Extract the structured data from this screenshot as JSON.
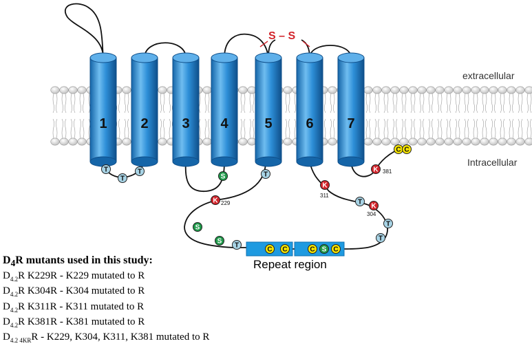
{
  "labels": {
    "extracellular": "extracellular",
    "intracellular": "Intracellular",
    "disulfide": "S – S",
    "repeat_region": "Repeat region"
  },
  "helices": [
    "1",
    "2",
    "3",
    "4",
    "5",
    "6",
    "7"
  ],
  "residues": [
    {
      "id": "t-helix1",
      "letter": "T",
      "type": "T"
    },
    {
      "id": "t-loop1-mid",
      "letter": "T",
      "type": "T"
    },
    {
      "id": "t-helix2",
      "letter": "T",
      "type": "T"
    },
    {
      "id": "s-helix4",
      "letter": "S",
      "type": "S"
    },
    {
      "id": "t-helix5",
      "letter": "T",
      "type": "T"
    },
    {
      "id": "k229",
      "letter": "K",
      "type": "K",
      "number": "229"
    },
    {
      "id": "s-loop-a",
      "letter": "S",
      "type": "S"
    },
    {
      "id": "s-loop-b",
      "letter": "S",
      "type": "S"
    },
    {
      "id": "t-loop-c",
      "letter": "T",
      "type": "T"
    },
    {
      "id": "k311",
      "letter": "K",
      "type": "K",
      "number": "311"
    },
    {
      "id": "t-loop-d",
      "letter": "T",
      "type": "T"
    },
    {
      "id": "k304",
      "letter": "K",
      "type": "K",
      "number": "304"
    },
    {
      "id": "t-loop-e",
      "letter": "T",
      "type": "T"
    },
    {
      "id": "t-loop-f",
      "letter": "T",
      "type": "T"
    },
    {
      "id": "k381",
      "letter": "K",
      "type": "K",
      "number": "381"
    },
    {
      "id": "c-tail-1",
      "letter": "C",
      "type": "C"
    },
    {
      "id": "c-tail-2",
      "letter": "C",
      "type": "C"
    },
    {
      "id": "c-repeat-1",
      "letter": "C",
      "type": "C"
    },
    {
      "id": "c-repeat-2",
      "letter": "C",
      "type": "C"
    },
    {
      "id": "c-repeat-3",
      "letter": "C",
      "type": "C"
    },
    {
      "id": "s-repeat",
      "letter": "S",
      "type": "S"
    },
    {
      "id": "c-repeat-4",
      "letter": "C",
      "type": "C"
    }
  ],
  "residue_colors": {
    "T": "#a8d4e6",
    "S": "#1f9a4a",
    "K": "#d2232a",
    "C": "#f5e400"
  },
  "colors": {
    "helix": "#2e8fd8",
    "helix_dark": "#1565a8",
    "membrane_head": "#e2e2e2",
    "disulfide": "#d2232a",
    "repeat_box": "#1e9ae0"
  },
  "legend": {
    "title": {
      "main": "D",
      "sub": "4",
      "rest": "R mutants used in this study:"
    },
    "lines": [
      {
        "main": "D",
        "sub": "4.2",
        "rest": "R K229R - K229 mutated to R"
      },
      {
        "main": "D",
        "sub": "4.2",
        "rest": "R K304R - K304 mutated to R"
      },
      {
        "main": "D",
        "sub": "4.2",
        "rest": "R K311R - K311 mutated to R"
      },
      {
        "main": "D",
        "sub": "4.2",
        "rest": "R K381R - K381 mutated to R"
      },
      {
        "main": "D",
        "sub": "4.2 4KR",
        "rest": "R - K229, K304, K311, K381 mutated to R"
      }
    ]
  }
}
